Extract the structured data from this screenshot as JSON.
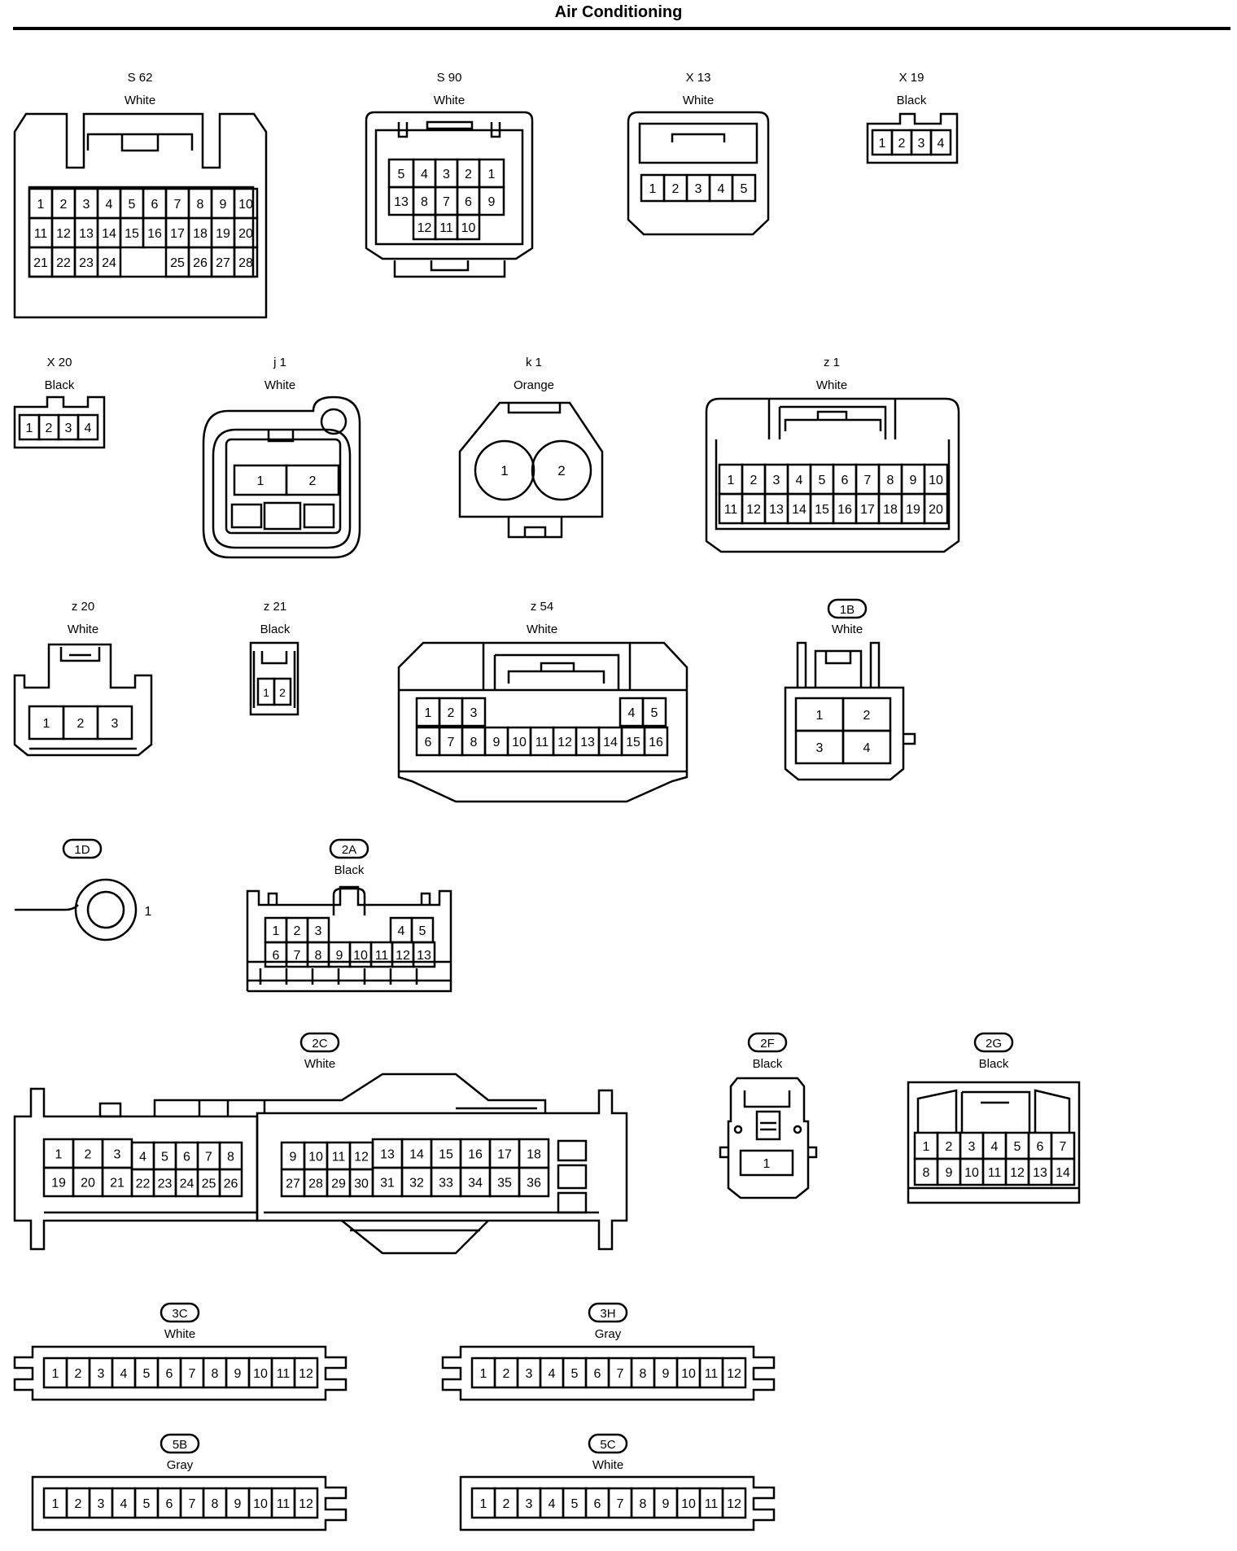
{
  "page": {
    "title": "Air Conditioning"
  },
  "connectors": [
    {
      "id": "S 62",
      "color": "White",
      "pins": [
        "1",
        "2",
        "3",
        "4",
        "5",
        "6",
        "7",
        "8",
        "9",
        "10",
        "11",
        "12",
        "13",
        "14",
        "15",
        "16",
        "17",
        "18",
        "19",
        "20",
        "21",
        "22",
        "23",
        "24",
        "25",
        "26",
        "27",
        "28"
      ]
    },
    {
      "id": "S 90",
      "color": "White",
      "pins": [
        "5",
        "4",
        "3",
        "2",
        "1",
        "13",
        "8",
        "7",
        "6",
        "9",
        "12",
        "11",
        "10"
      ]
    },
    {
      "id": "X 13",
      "color": "White",
      "pins": [
        "1",
        "2",
        "3",
        "4",
        "5"
      ]
    },
    {
      "id": "X 19",
      "color": "Black",
      "pins": [
        "1",
        "2",
        "3",
        "4"
      ]
    },
    {
      "id": "X 20",
      "color": "Black",
      "pins": [
        "1",
        "2",
        "3",
        "4"
      ]
    },
    {
      "id": "j 1",
      "color": "White",
      "pins": [
        "1",
        "2"
      ]
    },
    {
      "id": "k 1",
      "color": "Orange",
      "pins": [
        "1",
        "2"
      ]
    },
    {
      "id": "z 1",
      "color": "White",
      "pins": [
        "1",
        "2",
        "3",
        "4",
        "5",
        "6",
        "7",
        "8",
        "9",
        "10",
        "11",
        "12",
        "13",
        "14",
        "15",
        "16",
        "17",
        "18",
        "19",
        "20"
      ]
    },
    {
      "id": "z 20",
      "color": "White",
      "pins": [
        "1",
        "2",
        "3"
      ]
    },
    {
      "id": "z 21",
      "color": "Black",
      "pins": [
        "1",
        "2"
      ]
    },
    {
      "id": "z 54",
      "color": "White",
      "pins": [
        "1",
        "2",
        "3",
        "4",
        "5",
        "6",
        "7",
        "8",
        "9",
        "10",
        "11",
        "12",
        "13",
        "14",
        "15",
        "16"
      ]
    },
    {
      "id": "1B",
      "color": "White",
      "pins": [
        "1",
        "2",
        "3",
        "4"
      ]
    },
    {
      "id": "1D",
      "color": "",
      "pins": [
        "1"
      ]
    },
    {
      "id": "2A",
      "color": "Black",
      "pins": [
        "1",
        "2",
        "3",
        "4",
        "5",
        "6",
        "7",
        "8",
        "9",
        "10",
        "11",
        "12",
        "13"
      ]
    },
    {
      "id": "2C",
      "color": "White",
      "pins": [
        "1",
        "2",
        "3",
        "4",
        "5",
        "6",
        "7",
        "8",
        "9",
        "10",
        "11",
        "12",
        "13",
        "14",
        "15",
        "16",
        "17",
        "18",
        "19",
        "20",
        "21",
        "22",
        "23",
        "24",
        "25",
        "26",
        "27",
        "28",
        "29",
        "30",
        "31",
        "32",
        "33",
        "34",
        "35",
        "36"
      ]
    },
    {
      "id": "2F",
      "color": "Black",
      "pins": [
        "1"
      ]
    },
    {
      "id": "2G",
      "color": "Black",
      "pins": [
        "1",
        "2",
        "3",
        "4",
        "5",
        "6",
        "7",
        "8",
        "9",
        "10",
        "11",
        "12",
        "13",
        "14"
      ]
    },
    {
      "id": "3C",
      "color": "White",
      "pins": [
        "1",
        "2",
        "3",
        "4",
        "5",
        "6",
        "7",
        "8",
        "9",
        "10",
        "11",
        "12"
      ]
    },
    {
      "id": "3H",
      "color": "Gray",
      "pins": [
        "1",
        "2",
        "3",
        "4",
        "5",
        "6",
        "7",
        "8",
        "9",
        "10",
        "11",
        "12"
      ]
    },
    {
      "id": "5B",
      "color": "Gray",
      "pins": [
        "1",
        "2",
        "3",
        "4",
        "5",
        "6",
        "7",
        "8",
        "9",
        "10",
        "11",
        "12"
      ]
    },
    {
      "id": "5C",
      "color": "White",
      "pins": [
        "1",
        "2",
        "3",
        "4",
        "5",
        "6",
        "7",
        "8",
        "9",
        "10",
        "11",
        "12"
      ]
    }
  ]
}
